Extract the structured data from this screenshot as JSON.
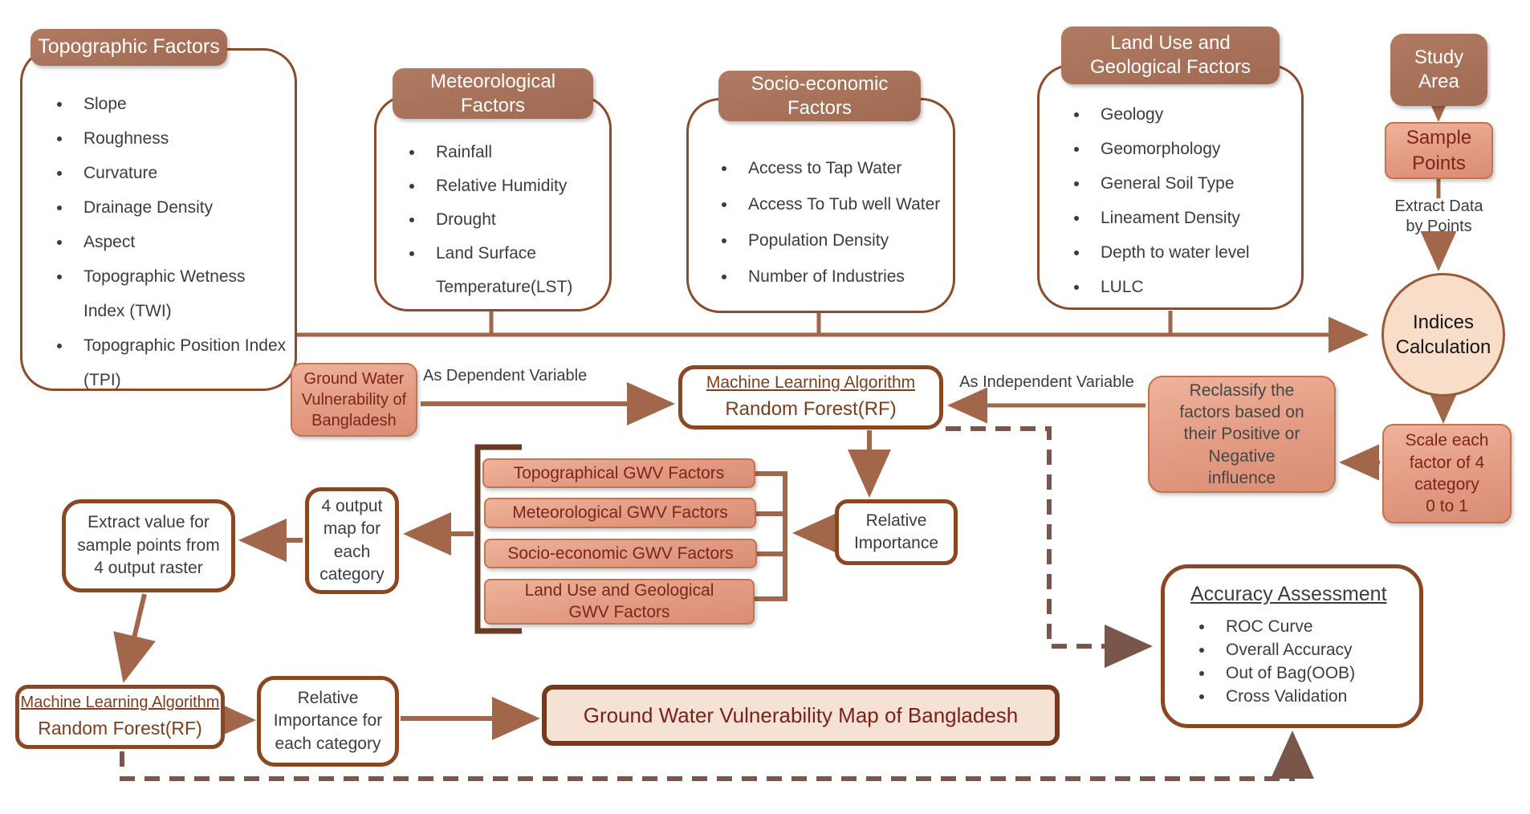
{
  "factor_groups": [
    {
      "title": "Topographic Factors",
      "items": [
        "Slope",
        "Roughness",
        "Curvature",
        "Drainage Density",
        "Aspect",
        "Topographic Wetness Index (TWI)",
        "Topographic Position Index (TPI)"
      ]
    },
    {
      "title": "Meteorological\nFactors",
      "items": [
        "Rainfall",
        "Relative Humidity",
        "Drought",
        "Land Surface Temperature(LST)"
      ]
    },
    {
      "title": "Socio-economic\nFactors",
      "items": [
        "Access to Tap Water",
        "Access To Tub well Water",
        "Population Density",
        "Number of Industries"
      ]
    },
    {
      "title": "Land Use and\nGeological Factors",
      "items": [
        "Geology",
        "Geomorphology",
        "General Soil Type",
        "Lineament Density",
        "Depth to water level",
        "LULC"
      ]
    }
  ],
  "right_flow": {
    "study_area": "Study\nArea",
    "sample_points": "Sample\nPoints",
    "extract_data_label": "Extract Data\nby Points",
    "indices_calculation": "Indices\nCalculation",
    "scale_box": "Scale each\nfactor of 4\ncategory\n0 to 1",
    "reclassify_box": "Reclassify the\nfactors based on\ntheir Positive or\nNegative\ninfluence"
  },
  "center_flow": {
    "gwv_bangladesh": "Ground Water\nVulnerability of\nBangladesh",
    "as_dependent_label": "As Dependent Variable",
    "as_independent_label": "As Independent Variable",
    "ml_title": "Machine Learning Algorithm",
    "ml_subtitle": "Random Forest(RF)",
    "relative_importance": "Relative\nImportance"
  },
  "gwv_stack": [
    "Topographical GWV Factors",
    "Meteorological GWV Factors",
    "Socio-economic GWV Factors",
    "Land Use and Geological\nGWV Factors"
  ],
  "left_flow": {
    "output_map_box": "4 output\nmap for\neach\ncategory",
    "extract_value_box": "Extract value for\nsample points from\n4 output raster",
    "ml_title": "Machine Learning Algorithm",
    "ml_subtitle": "Random Forest(RF)",
    "relative_importance_category": "Relative\nImportance for\neach category",
    "gwv_map": "Ground Water Vulnerability Map of Bangladesh"
  },
  "accuracy": {
    "title": "Accuracy Assessment",
    "items": [
      "ROC Curve",
      "Overall Accuracy",
      "Out of Bag(OOB)",
      "Cross Validation"
    ]
  },
  "colors": {
    "header_brown": "#A9735C",
    "group_border": "#8C4B2A",
    "thick_border": "#8B4722",
    "salmon_fill": "#E29B82",
    "salmon_text": "#7E241C",
    "arrow": "#A2664A",
    "dashed": "#7A564A",
    "circle_fill": "#F8DDC9",
    "map_fill": "#F6E1D5"
  }
}
